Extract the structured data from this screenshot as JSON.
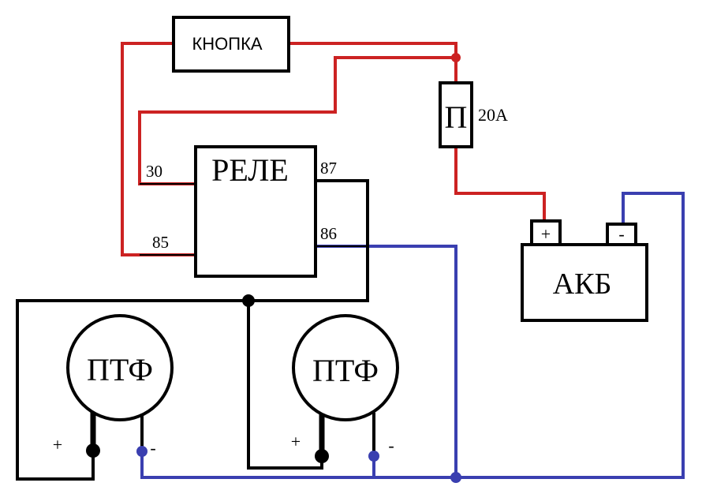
{
  "diagram": {
    "button_label": "КНОПКА",
    "fuse_label": "П",
    "fuse_rating": "20А",
    "relay_label": "РЕЛЕ",
    "relay_pins": {
      "p30": "30",
      "p85": "85",
      "p87": "87",
      "p86": "86"
    },
    "battery_label": "АКБ",
    "battery_plus": "+",
    "battery_minus": "-",
    "lamp_left_label": "ПТФ",
    "lamp_right_label": "ПТФ",
    "lamp_left_plus": "+",
    "lamp_left_minus": "-",
    "lamp_right_plus": "+",
    "lamp_right_minus": "-",
    "colors": {
      "red_wire": "#cc2222",
      "blue_wire": "#3a3fb0",
      "black_wire": "#000000"
    }
  }
}
